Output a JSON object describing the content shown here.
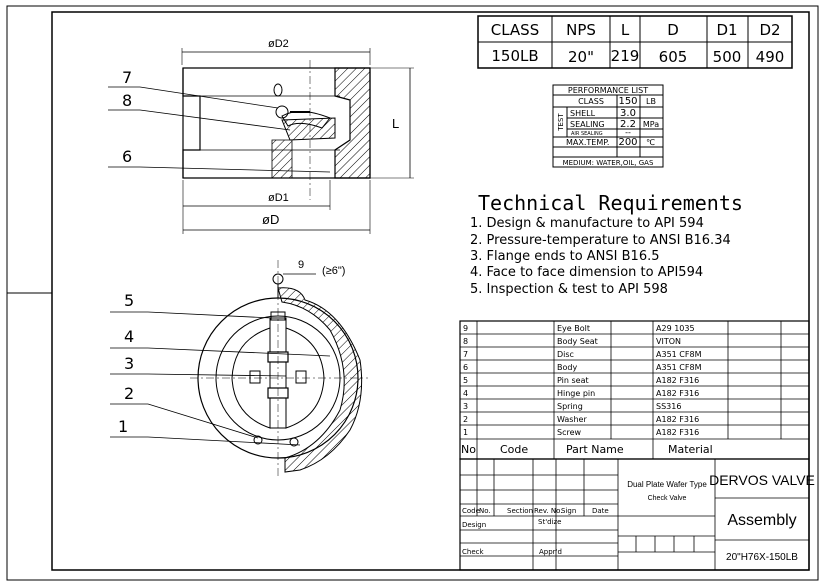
{
  "spec_table": {
    "headers": [
      "CLASS",
      "NPS",
      "L",
      "D",
      "D1",
      "D2"
    ],
    "values": [
      "150LB",
      "20\"",
      "219",
      "605",
      "500",
      "490"
    ]
  },
  "performance": {
    "title": "PERFORMANCE LIST",
    "test_label": "TEST",
    "rows": [
      {
        "label": "CLASS",
        "value": "150",
        "unit": "LB"
      },
      {
        "label": "SHELL",
        "value": "3.0",
        "unit": ""
      },
      {
        "label": "SEALING",
        "value": "2.2",
        "unit": "MPa"
      },
      {
        "label": "AIR SEALING",
        "value": "--",
        "unit": ""
      },
      {
        "label": "MAX.TEMP.",
        "value": "200",
        "unit": "℃"
      }
    ],
    "medium": "MEDIUM: WATER,OIL, GAS"
  },
  "requirements": {
    "title": "Technical Requirements",
    "items": [
      "1. Design & manufacture to API 594",
      "2. Pressure-temperature to ANSI B16.34",
      "3. Flange ends to ANSI B16.5",
      "4. Face to face dimension to API594",
      "5. Inspection & test to API 598"
    ]
  },
  "dims": {
    "d2": "øD2",
    "d1": "øD1",
    "d": "øD",
    "l": "L",
    "clearance": "(≥6\")"
  },
  "balloons": [
    "7",
    "8",
    "6",
    "9",
    "5",
    "4",
    "3",
    "2",
    "1"
  ],
  "parts": {
    "rows": [
      {
        "no": "9",
        "name": "Eye Bolt",
        "material": "A29 1035"
      },
      {
        "no": "8",
        "name": "Body Seat",
        "material": "VITON"
      },
      {
        "no": "7",
        "name": "Disc",
        "material": "A351 CF8M"
      },
      {
        "no": "6",
        "name": "Body",
        "material": "A351 CF8M"
      },
      {
        "no": "5",
        "name": "Pin seat",
        "material": "A182 F316"
      },
      {
        "no": "4",
        "name": "Hinge pin",
        "material": "A182 F316"
      },
      {
        "no": "3",
        "name": "Spring",
        "material": "SS316"
      },
      {
        "no": "2",
        "name": "Washer",
        "material": "A182 F316"
      },
      {
        "no": "1",
        "name": "Screw",
        "material": "A182 F316"
      }
    ],
    "header": {
      "no": "No",
      "code": "Code",
      "name": "Part Name",
      "material": "Material"
    }
  },
  "title_block": {
    "code": "Code",
    "no": "No.",
    "section": "Section",
    "rev_no": "Rev. No.",
    "sign": "Sign",
    "date": "Date",
    "design": "Design",
    "stdize": "St'dize",
    "check": "Check",
    "apprd": "Appr'd",
    "title_line1": "Dual Plate Wafer Type",
    "title_line2": "Check Valve",
    "company": "DERVOS VALVE",
    "drawing": "Assembly",
    "model": "20\"H76X-150LB"
  }
}
